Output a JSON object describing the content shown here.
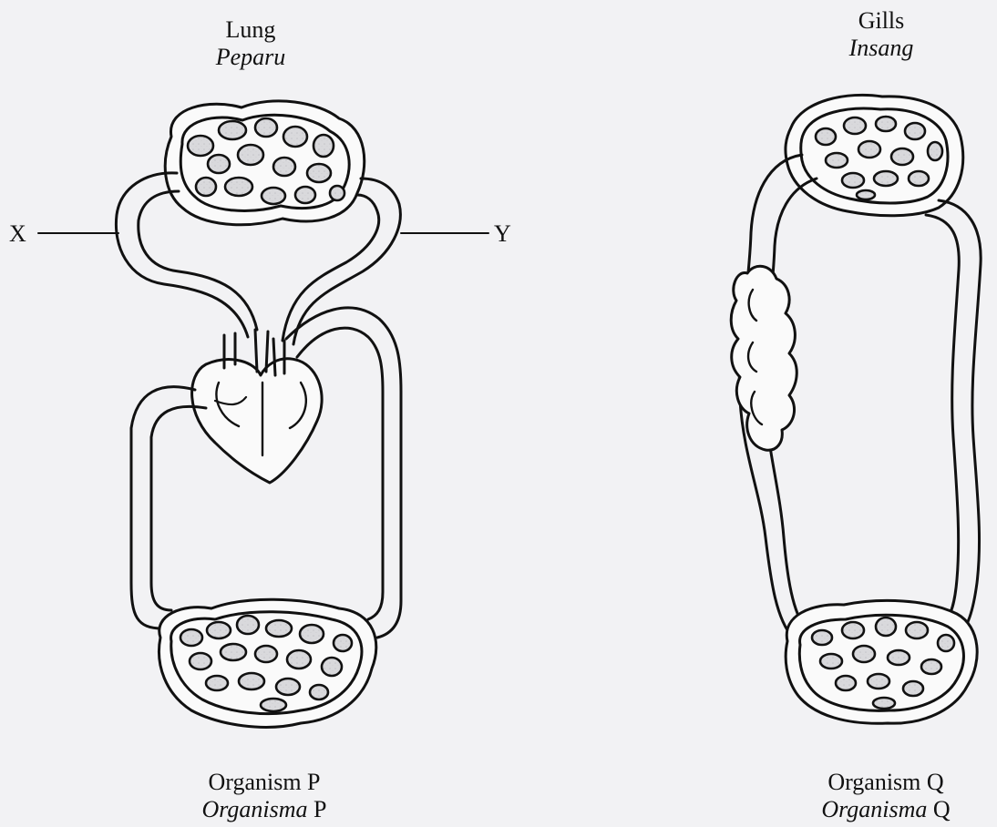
{
  "organism_p": {
    "organ_en": "Lung",
    "organ_ms": "Peparu",
    "name_en": "Organism P",
    "name_ms_word": "Organisma",
    "name_ms_letter": "P"
  },
  "organism_q": {
    "organ_en": "Gills",
    "organ_ms": "Insang",
    "name_en": "Organism Q",
    "name_ms_word": "Organisma",
    "name_ms_letter": "Q"
  },
  "vessels": {
    "x": "X",
    "y": "Y"
  }
}
